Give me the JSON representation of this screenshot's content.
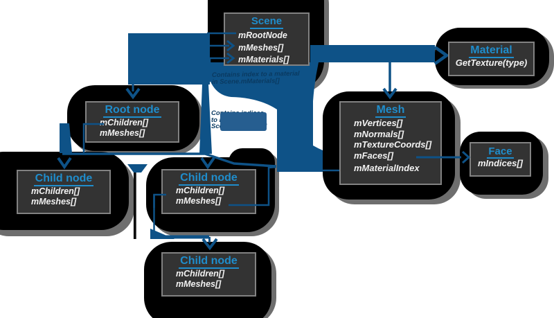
{
  "diagram": {
    "boxes": [
      {
        "id": "scene",
        "title": "Scene",
        "fields": [
          "mRootNode",
          "mMeshes[]",
          "mMaterials[]"
        ]
      },
      {
        "id": "material",
        "title": "Material",
        "fields": [
          "GetTexture(type)"
        ]
      },
      {
        "id": "mesh",
        "title": "Mesh",
        "fields": [
          "mVertices[]",
          "mNormals[]",
          "mTextureCoords[]",
          "mFaces[]",
          "mMaterialIndex"
        ]
      },
      {
        "id": "face",
        "title": "Face",
        "fields": [
          "mIndices[]"
        ]
      },
      {
        "id": "root_node",
        "title": "Root node",
        "fields": [
          "mChildren[]",
          "mMeshes[]"
        ]
      },
      {
        "id": "child_node_left",
        "title": "Child node",
        "fields": [
          "mChildren[]",
          "mMeshes[]"
        ]
      },
      {
        "id": "child_node_middle",
        "title": "Child node",
        "fields": [
          "mChildren[]",
          "mMeshes[]"
        ]
      },
      {
        "id": "child_node_bottom",
        "title": "Child node",
        "fields": [
          "mChildren[]",
          "mMeshes[]"
        ]
      }
    ],
    "notes": [
      {
        "id": "note_material",
        "lines": [
          "Contains index to a material",
          "in Scene.mMaterials[]"
        ]
      },
      {
        "id": "note_meshes",
        "lines": [
          "Contains indices",
          "to meshes in",
          "Scene.mMeshes[]"
        ]
      }
    ],
    "colors": {
      "arrow_blue": "#0E5287",
      "title_blue": "#1F8DCC",
      "box_background": "#333333",
      "box_border": "#828282",
      "field_text": "#F2F2F2",
      "note_text": "#0A3A61",
      "blob_black": "#000000",
      "blob_shadow": "#6E6E6E",
      "note_overlay": "#265E90"
    }
  }
}
